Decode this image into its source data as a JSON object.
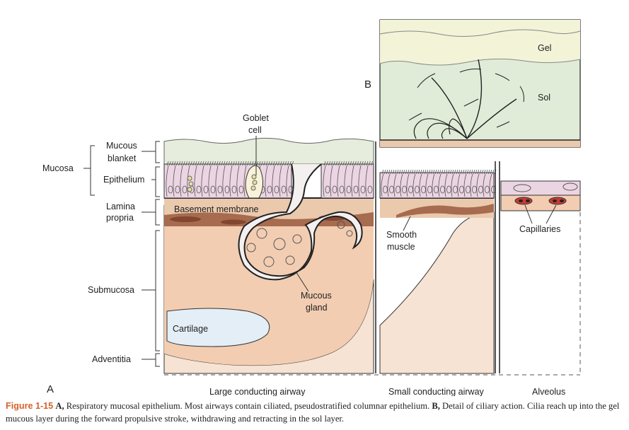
{
  "labels": {
    "mucosa": "Mucosa",
    "mucous_blanket_1": "Mucous",
    "mucous_blanket_2": "blanket",
    "epithelium": "Epithelium",
    "lamina_propria_1": "Lamina",
    "lamina_propria_2": "propria",
    "submucosa": "Submucosa",
    "adventitia": "Adventitia",
    "goblet_cell_1": "Goblet",
    "goblet_cell_2": "cell",
    "basement_membrane": "Basement membrane",
    "cartilage": "Cartilage",
    "mucous_gland_1": "Mucous",
    "mucous_gland_2": "gland",
    "smooth_muscle_1": "Smooth",
    "smooth_muscle_2": "muscle",
    "capillaries": "Capillaries",
    "gel": "Gel",
    "sol": "Sol",
    "panel_a": "A",
    "panel_b": "B",
    "large_airway": "Large conducting airway",
    "small_airway": "Small conducting airway",
    "alveolus": "Alveolus"
  },
  "caption": {
    "figure_label": "Figure 1-15",
    "letter_a": "A,",
    "text_a": "Respiratory mucosal epithelium. Most airways contain ciliated, pseudostratified columnar epithelium.",
    "letter_b": "B,",
    "text_b": "Detail of ciliary action. Cilia reach up into the gel mucous layer during the forward propulsive stroke, withdrawing and retracting in the sol layer."
  },
  "colors": {
    "mucus": "#e6eddd",
    "epithelium": "#ecd5e3",
    "lamina": "#9b5a3e",
    "submucosa": "#f2d3bc",
    "cartilage": "#e4eef6",
    "gel": "#f3f3d8",
    "sol": "#e0ecd7",
    "caption_accent": "#d4612c",
    "capillary_red": "#c43b36"
  }
}
